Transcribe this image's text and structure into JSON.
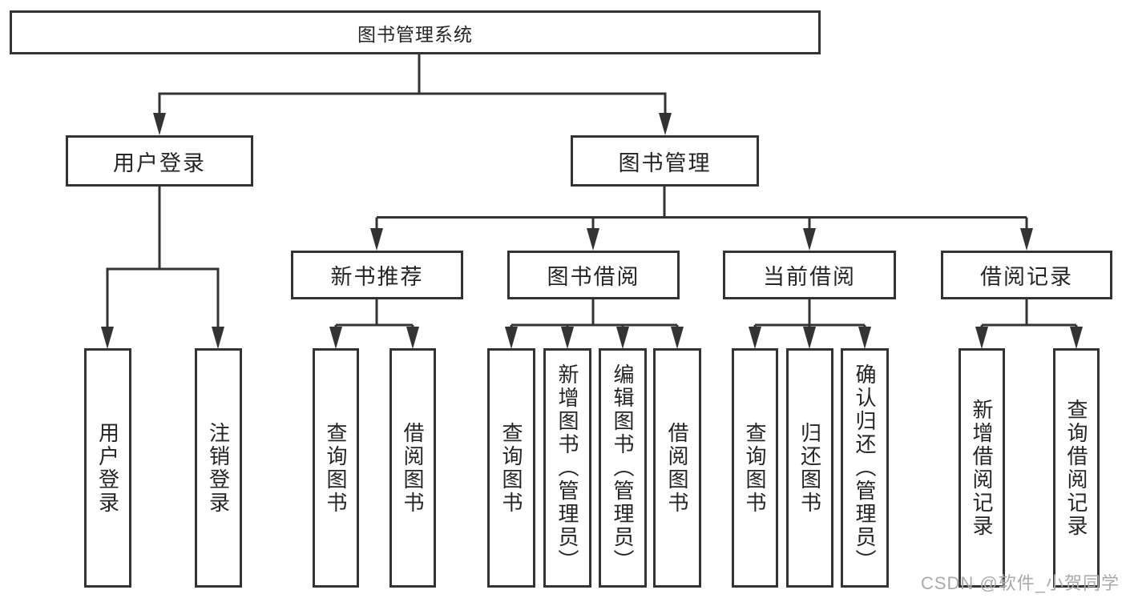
{
  "colors": {
    "line": "#333333",
    "text": "#252525",
    "watermark": "#aaaaaa",
    "bg": "#ffffff"
  },
  "tree": {
    "root": {
      "label": "图书管理系统"
    },
    "branches": [
      {
        "label": "用户登录",
        "leaves": [
          {
            "label": "用户登录"
          },
          {
            "label": "注销登录"
          }
        ]
      },
      {
        "label": "图书管理",
        "groups": [
          {
            "label": "新书推荐",
            "leaves": [
              {
                "label": "查询图书"
              },
              {
                "label": "借阅图书"
              }
            ]
          },
          {
            "label": "图书借阅",
            "leaves": [
              {
                "label": "查询图书"
              },
              {
                "label": "新增图书（管理员）"
              },
              {
                "label": "编辑图书（管理员）"
              },
              {
                "label": "借阅图书"
              }
            ]
          },
          {
            "label": "当前借阅",
            "leaves": [
              {
                "label": "查询图书"
              },
              {
                "label": "归还图书"
              },
              {
                "label": "确认归还（管理员）"
              }
            ]
          },
          {
            "label": "借阅记录",
            "leaves": [
              {
                "label": "新增借阅记录"
              },
              {
                "label": "查询借阅记录"
              }
            ]
          }
        ]
      }
    ]
  },
  "watermark": {
    "text": "CSDN @软件_小贺同学"
  }
}
